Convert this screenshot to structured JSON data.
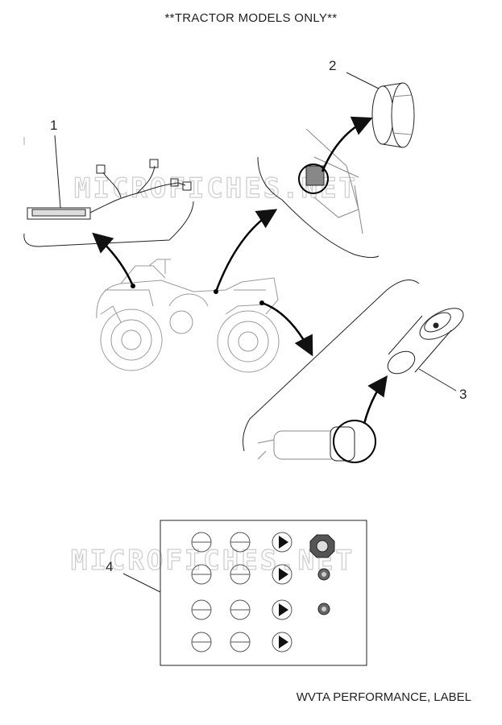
{
  "header": {
    "title": "**TRACTOR MODELS ONLY**"
  },
  "footer": {
    "caption": "WVTA PERFORMANCE, LABEL"
  },
  "watermark": {
    "text": "MICROFICHES.NET"
  },
  "callouts": [
    {
      "label": "1"
    },
    {
      "label": "2"
    },
    {
      "label": "3"
    },
    {
      "label": "4"
    }
  ],
  "icons": [
    "wiring-harness-icon",
    "grommet-icon",
    "muffler-plug-icon",
    "label-sheet-icon",
    "atv-icon"
  ]
}
